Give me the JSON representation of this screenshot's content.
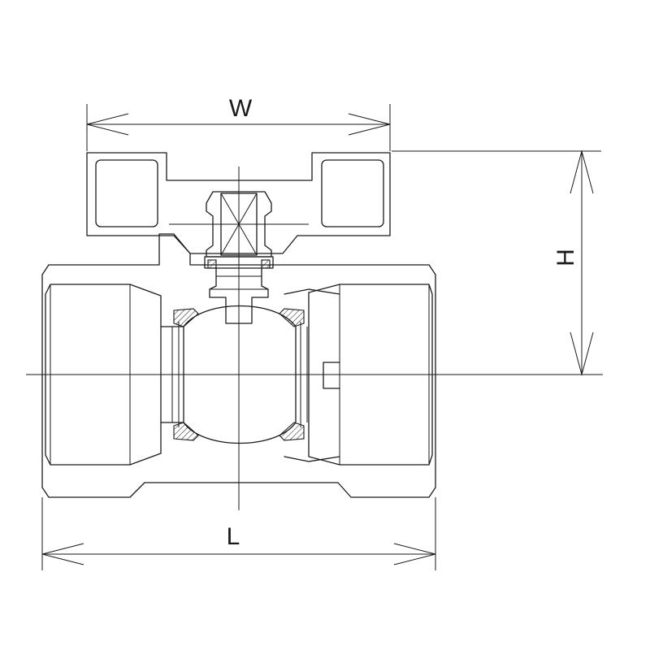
{
  "dimensions": {
    "width_label": "W",
    "height_label": "H",
    "length_label": "L"
  }
}
